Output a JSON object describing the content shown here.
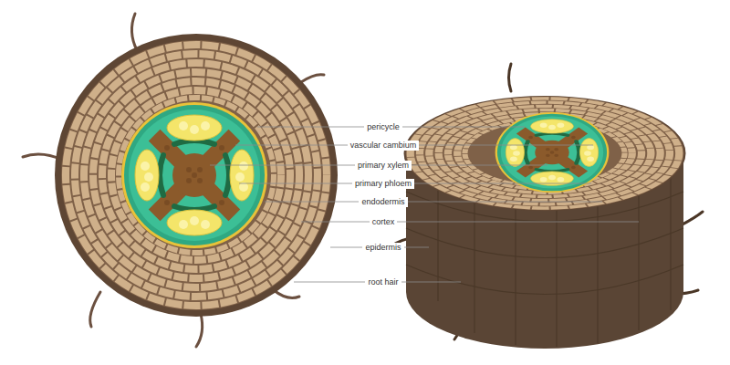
{
  "diagram": {
    "labels": [
      "pericycle",
      "vascular cambium",
      "primary xylem",
      "primary phloem",
      "endodermis",
      "cortex",
      "epidermis",
      "root hair"
    ]
  }
}
